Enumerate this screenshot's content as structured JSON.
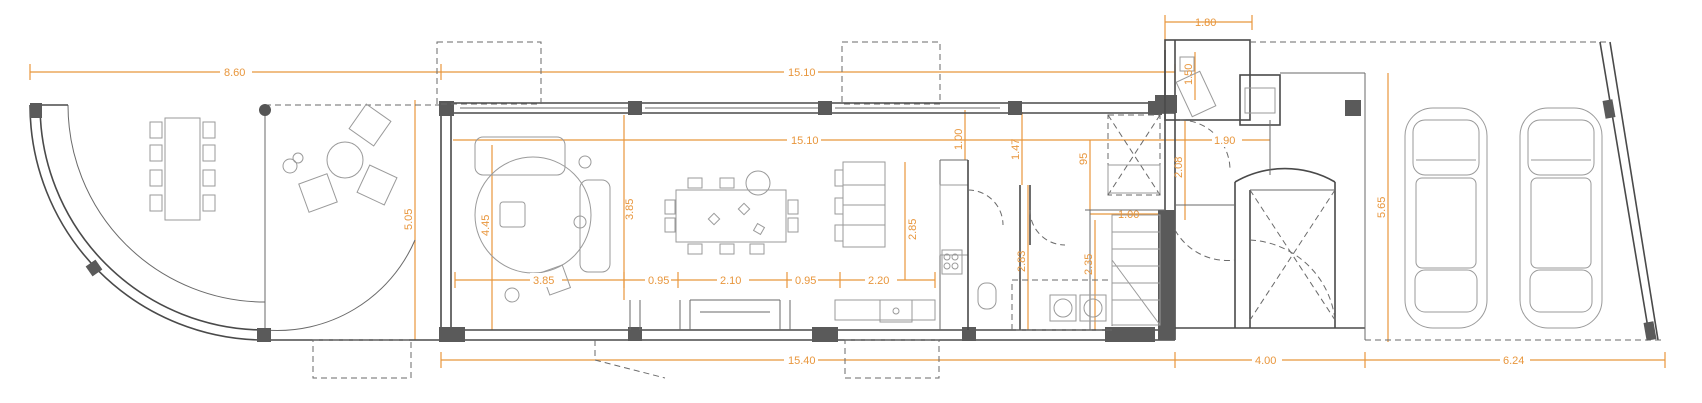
{
  "colors": {
    "background": "#ffffff",
    "wall": "#4a4a4a",
    "column": "#5a5a5a",
    "furniture": "#9a9a9a",
    "dimension": "#e8963c"
  },
  "dimensions": {
    "terrace_width": "8.60",
    "house_length_top": "15.10",
    "top_right_width": "1.80",
    "interior_length": "15.10",
    "bath_width": "1.90",
    "terrace_depth": "5.05",
    "living_depth": "4.45",
    "lounge_depth": "3.85",
    "living_width": "3.85",
    "opening_1": "0.95",
    "dining_width": "2.10",
    "opening_2": "0.95",
    "kitchen_width": "2.20",
    "kitchen_depth": "2.85",
    "corridor_1": "1.00",
    "corridor_2": "1.47",
    "corridor_3": "95",
    "laundry_depth": "2.83",
    "laundry_width": "2.35",
    "stair_width": "1.00",
    "entry_width": "2.08",
    "bath_depth": "1.50",
    "house_length_bottom": "15.40",
    "garage_entry_width": "4.00",
    "carport_width": "6.24",
    "carport_depth": "5.65"
  }
}
